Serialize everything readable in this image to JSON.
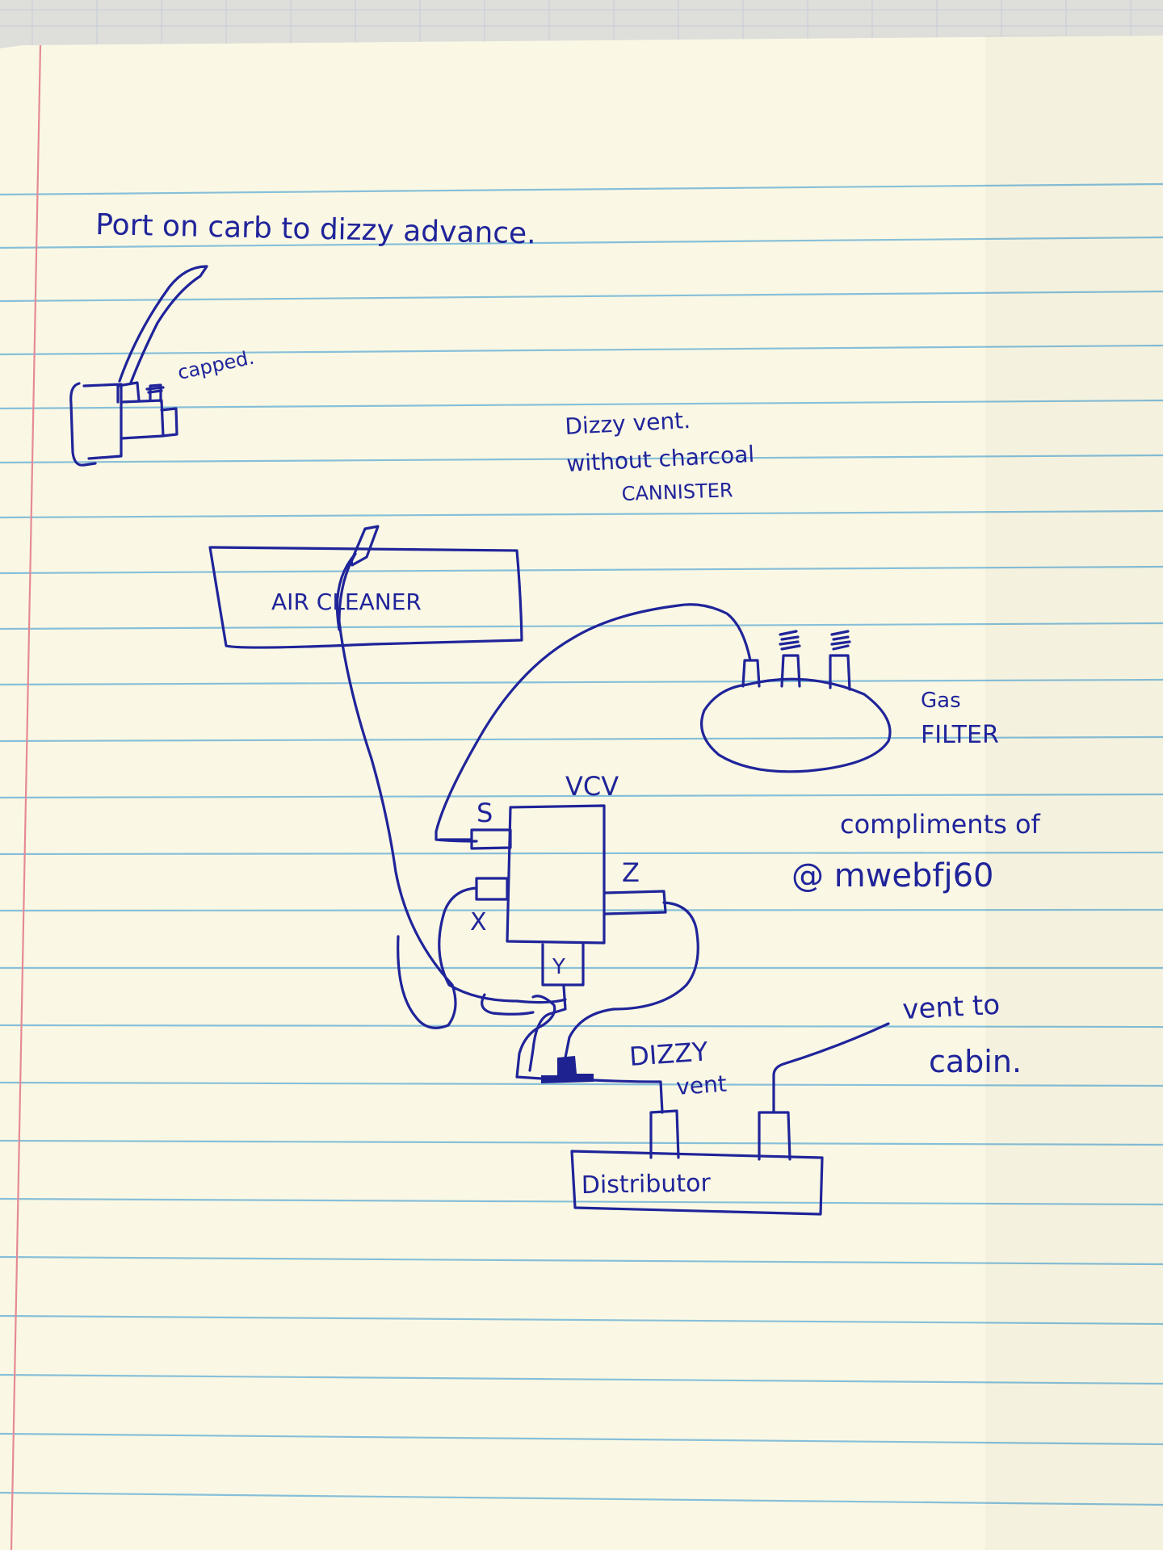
{
  "labels": {
    "port_note": "Port on carb to dizzy advance.",
    "capped": "capped.",
    "dizzy_vent_title_1": "Dizzy vent.",
    "dizzy_vent_title_2": "without charcoal",
    "dizzy_vent_title_3": "CANNISTER",
    "air_cleaner": "AIR CLEANER",
    "gas_filter_1": "Gas",
    "gas_filter_2": "FILTER",
    "vcv": "VCV",
    "port_s": "S",
    "port_z": "Z",
    "port_x": "X",
    "port_y": "Y",
    "compliments_1": "compliments of",
    "compliments_2": "@ mwebfj60",
    "dizzy_vent_1": "DIZZY",
    "dizzy_vent_2": "vent",
    "vent_to_cabin_1": "vent to",
    "vent_to_cabin_2": "cabin.",
    "distributor": "Distributor"
  },
  "colors": {
    "ink": "#20249a",
    "paper": "#faf8e2",
    "rule": "#6db3d6",
    "margin": "#e58a96"
  }
}
